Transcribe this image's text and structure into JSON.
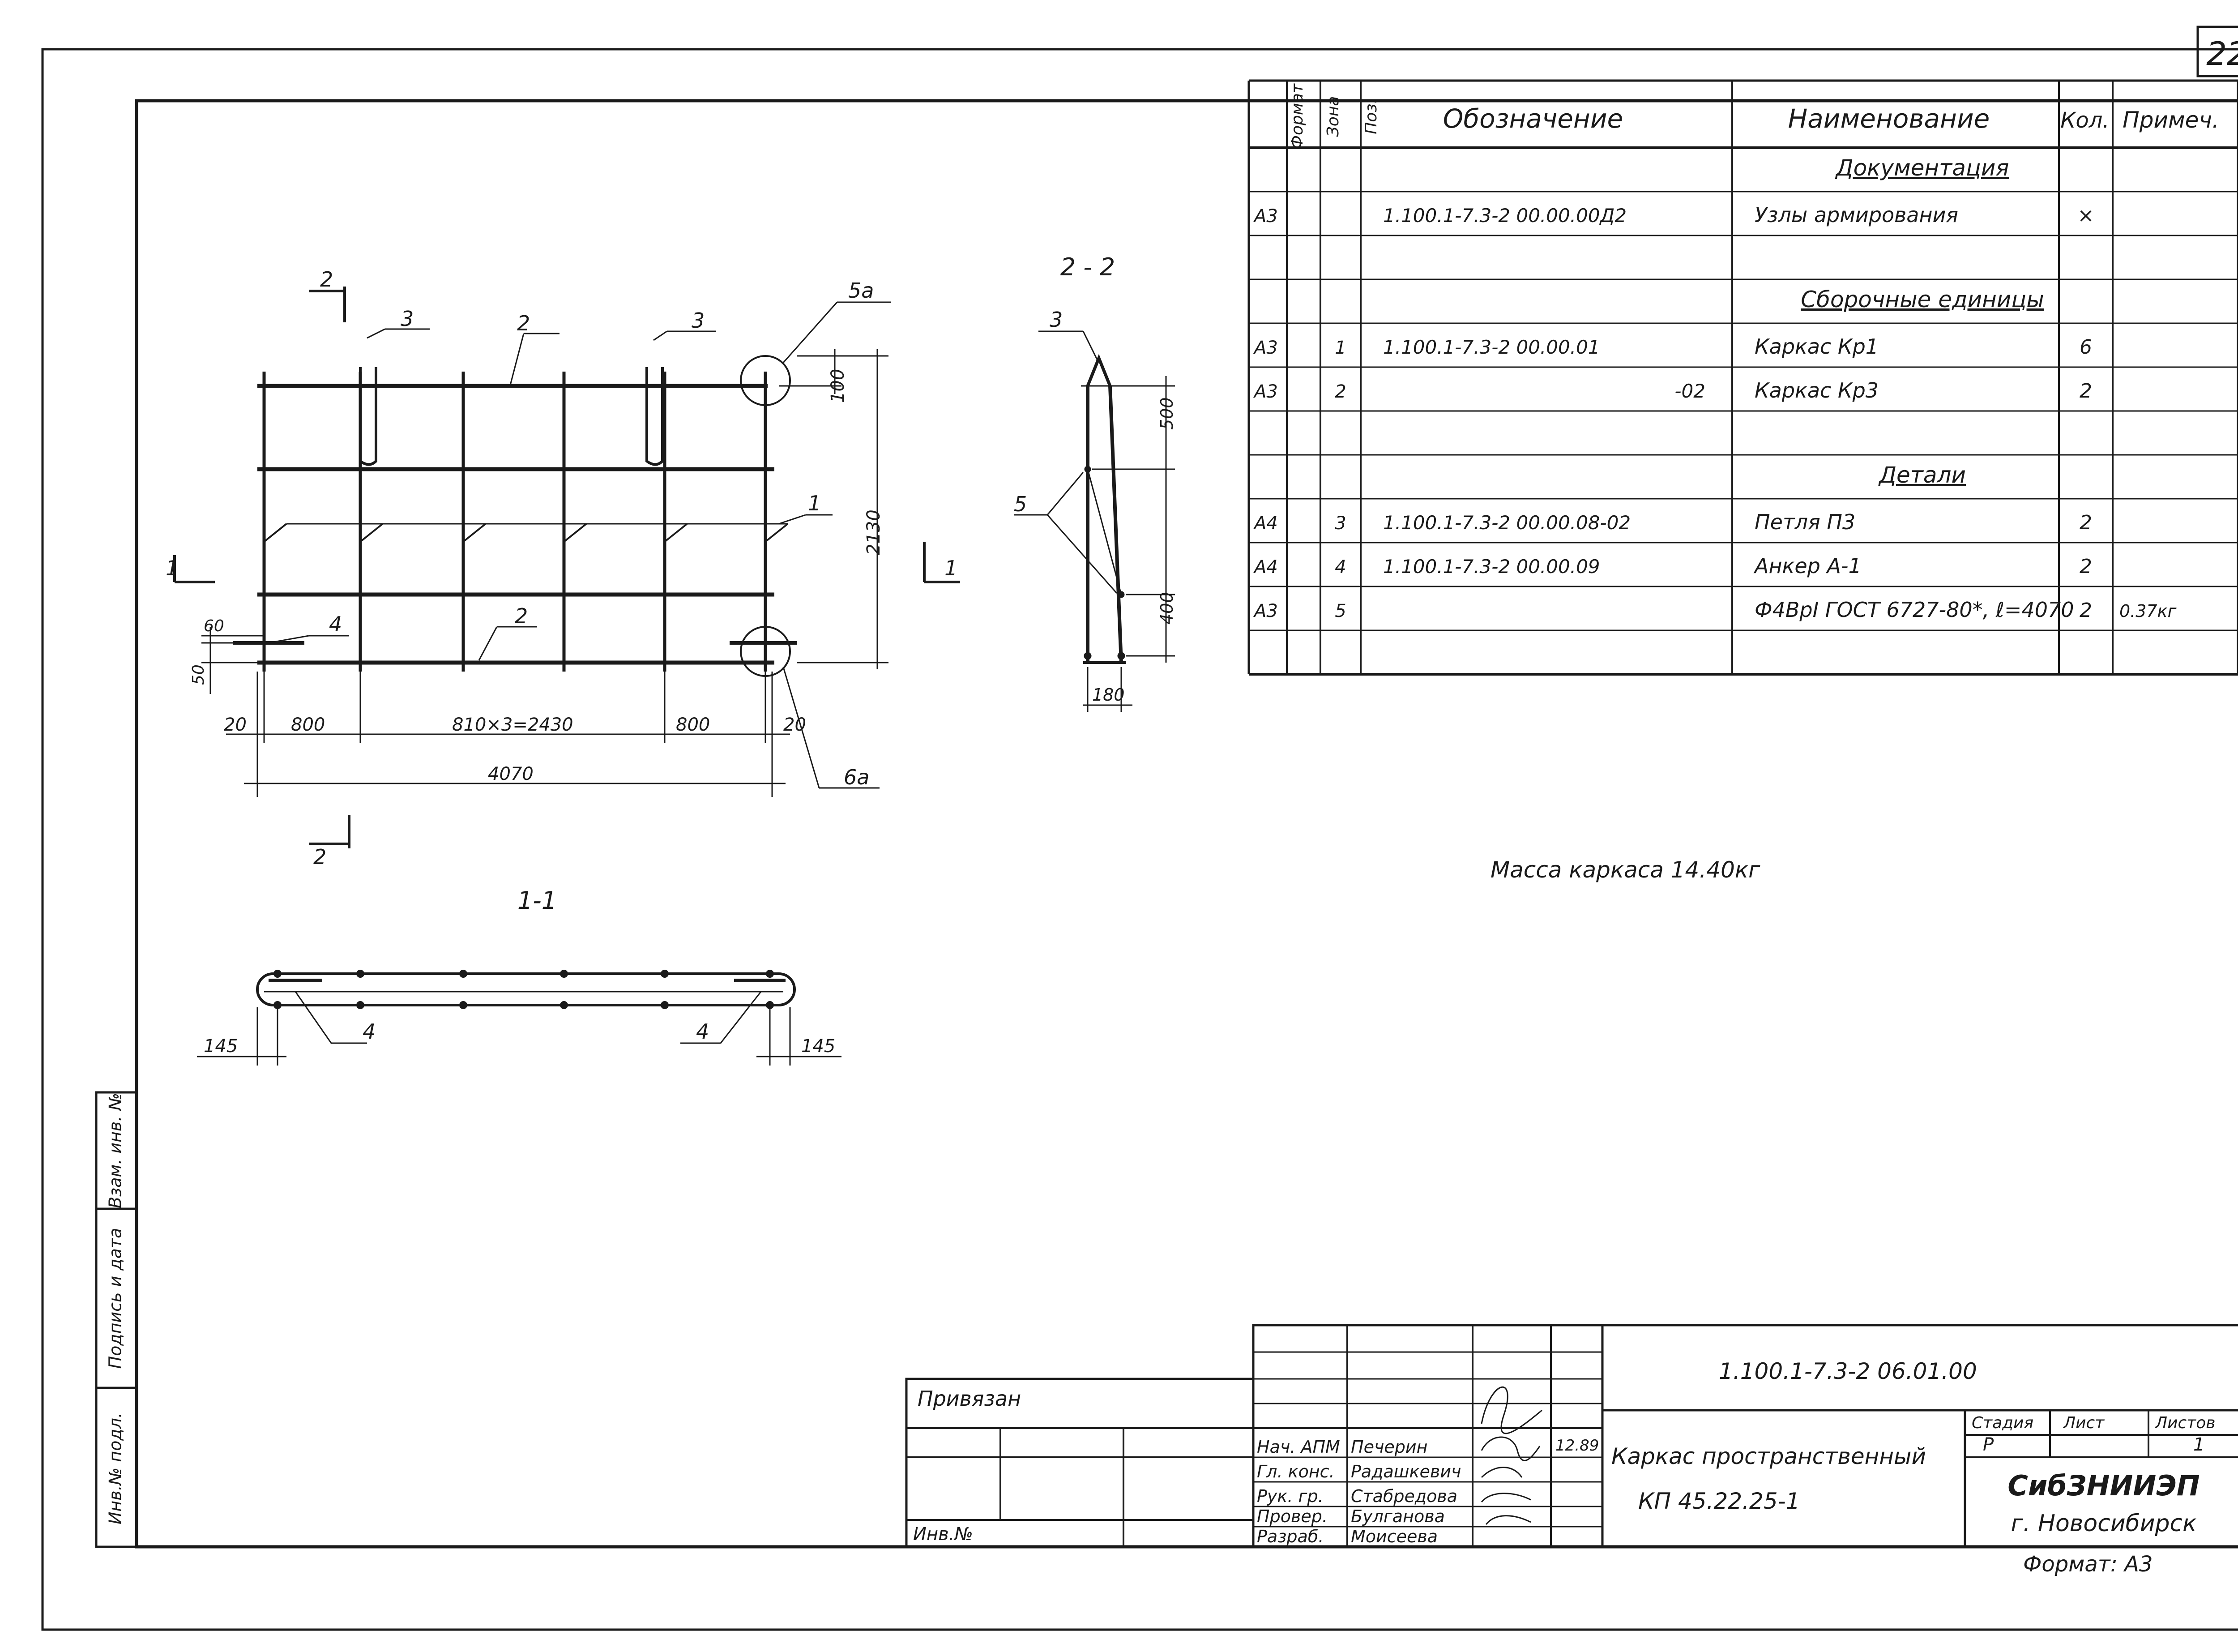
{
  "sheet_number": "22",
  "spec_table": {
    "headers": {
      "format": "Формат",
      "zone": "Зона",
      "pos": "Поз.",
      "designation": "Обозначение",
      "name": "Наименование",
      "qty": "Кол.",
      "note": "Примеч."
    },
    "rows": [
      {
        "format": "",
        "pos": "",
        "designation": "",
        "name": "Документация",
        "qty": "",
        "note": "",
        "kind": "section"
      },
      {
        "format": "А3",
        "pos": "",
        "designation": "1.100.1-7.3-2   00.00.00Д2",
        "name": "Узлы армирования",
        "qty": "×",
        "note": "",
        "kind": "item"
      },
      {
        "format": "",
        "pos": "",
        "designation": "",
        "name": "",
        "qty": "",
        "note": "",
        "kind": "blank"
      },
      {
        "format": "",
        "pos": "",
        "designation": "",
        "name": "Сборочные единицы",
        "qty": "",
        "note": "",
        "kind": "section"
      },
      {
        "format": "А3",
        "pos": "1",
        "designation": "1.100.1-7.3-2   00.00.01",
        "name": "Каркас  Кр1",
        "qty": "6",
        "note": "",
        "kind": "item"
      },
      {
        "format": "А3",
        "pos": "2",
        "designation": "-02",
        "name": "Каркас  Кр3",
        "qty": "2",
        "note": "",
        "kind": "item_right"
      },
      {
        "format": "",
        "pos": "",
        "designation": "",
        "name": "",
        "qty": "",
        "note": "",
        "kind": "blank"
      },
      {
        "format": "",
        "pos": "",
        "designation": "",
        "name": "Детали",
        "qty": "",
        "note": "",
        "kind": "section"
      },
      {
        "format": "А4",
        "pos": "3",
        "designation": "1.100.1-7.3-2   00.00.08-02",
        "name": "Петля   П3",
        "qty": "2",
        "note": "",
        "kind": "item"
      },
      {
        "format": "А4",
        "pos": "4",
        "designation": "1.100.1-7.3-2   00.00.09",
        "name": "Анкер   А-1",
        "qty": "2",
        "note": "",
        "kind": "item"
      },
      {
        "format": "А3",
        "pos": "5",
        "designation": "",
        "name": "Ф4ВрI ГОСТ 6727-80*, ℓ=4070",
        "qty": "2",
        "note": "0.37кг",
        "kind": "item"
      },
      {
        "format": "",
        "pos": "",
        "designation": "",
        "name": "",
        "qty": "",
        "note": "",
        "kind": "blank"
      }
    ]
  },
  "mass_note": "Масса каркаса 14.40кг",
  "front_view": {
    "section_mark": "2",
    "section_cut_label": "1",
    "pos_labels": [
      "3",
      "2",
      "3",
      "1",
      "4",
      "2"
    ],
    "detail_top": "5а",
    "detail_bottom": "6а",
    "dims_bottom": [
      "20",
      "800",
      "810×3=2430",
      "800",
      "20"
    ],
    "total_length": "4070",
    "dim_right_top": "100",
    "dim_right_height": "2130",
    "dims_left": [
      "60",
      "50"
    ]
  },
  "section_2_2": {
    "title": "2 - 2",
    "pos_loop": "3",
    "pos_bars": "5",
    "dims": [
      "500",
      "400"
    ],
    "width": "180"
  },
  "section_1_1": {
    "title": "1-1",
    "pos_left": "4",
    "pos_right": "4",
    "dim_left": "145",
    "dim_right": "145"
  },
  "side_stamp": [
    "Инв.№ подл.",
    "Подпись и дата",
    "Взам. инв. №"
  ],
  "title_block": {
    "tied_label": "Привязан",
    "inv_label": "Инв.№",
    "roles": [
      "Нач. АПМ",
      "Гл. конс.",
      "Рук. гр.",
      "Провер.",
      "Разраб."
    ],
    "names": [
      "Печерин",
      "Радашкевич",
      "Стабредова",
      "Булганова",
      "Моисеева"
    ],
    "date": "12.89",
    "doc_code": "1.100.1-7.3-2          06.01.00",
    "product_name": "Каркас пространственный",
    "product_mark": "КП 45.22.25-1",
    "stage_label": "Стадия",
    "sheet_label": "Лист",
    "sheets_label": "Листов",
    "stage_value": "Р",
    "sheets_value": "1",
    "org": "СибЗНИИЭП",
    "city": "г. Новосибирск",
    "format": "Формат: А3"
  }
}
